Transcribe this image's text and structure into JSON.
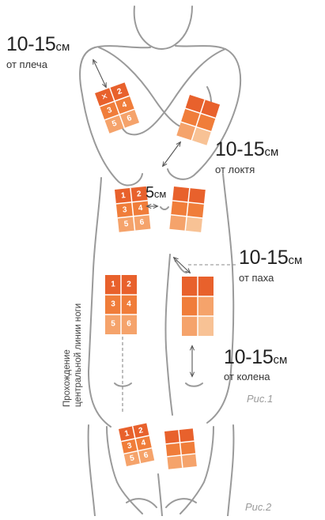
{
  "labels": {
    "shoulder_value": "10-15",
    "shoulder_unit": "см",
    "shoulder_caption": "от плеча",
    "elbow_value": "10-15",
    "elbow_unit": "см",
    "elbow_caption": "от локтя",
    "abdomen_value": "5",
    "abdomen_unit": "см",
    "groin_value": "10-15",
    "groin_unit": "см",
    "groin_caption": "от паха",
    "knee_value": "10-15",
    "knee_unit": "см",
    "knee_caption": "от колена",
    "leg_line_line1": "Прохождение",
    "leg_line_line2": "центральной линии ноги",
    "fig1": "Рис.1",
    "fig2": "Рис.2"
  },
  "site_numbers": [
    "1",
    "2",
    "3",
    "4",
    "5",
    "6"
  ],
  "arm_numbers": [
    "2",
    "3",
    "4",
    "5",
    "6"
  ],
  "colors": {
    "outline": "#9a9a9a",
    "dark_orange": "#e8612c",
    "mid_orange": "#f07d3a",
    "light_orange": "#f5a36b",
    "pale_orange": "#f8c295",
    "text": "#222222",
    "caption_gray": "#9b9b9b"
  }
}
